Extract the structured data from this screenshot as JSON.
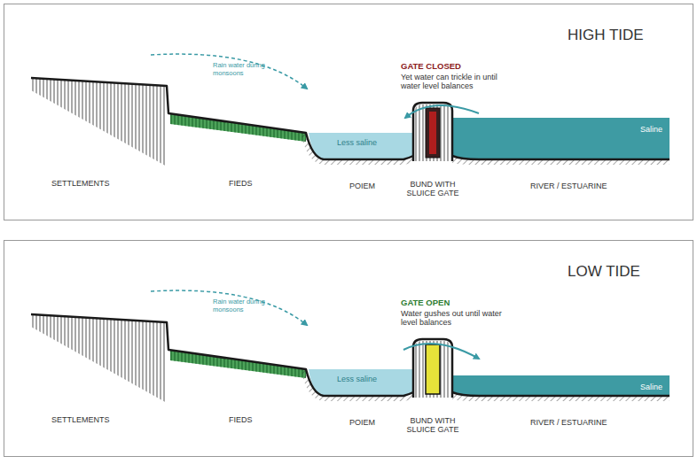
{
  "diagram": {
    "labels": [
      "HIGH TIDE",
      "GATE CLOSED",
      "Yet water can trickle in until water level balances",
      "Rain water during monsoons",
      "SETTLEMENTS",
      "FIEDS",
      "Less saline",
      "Saline",
      "POIEM",
      "BUND WITH SLUICE GATE",
      "RIVER / ESTUARINE",
      "LOW TIDE",
      "GATE OPEN",
      "Water gushes out until water level balances",
      "Rain water during monsoons",
      "SETTLEMENTS",
      "FIEDS",
      "Less saline",
      "Saline",
      "POIEM",
      "BUND WITH SLUICE GATE",
      "RIVER / ESTUARINE"
    ]
  }
}
